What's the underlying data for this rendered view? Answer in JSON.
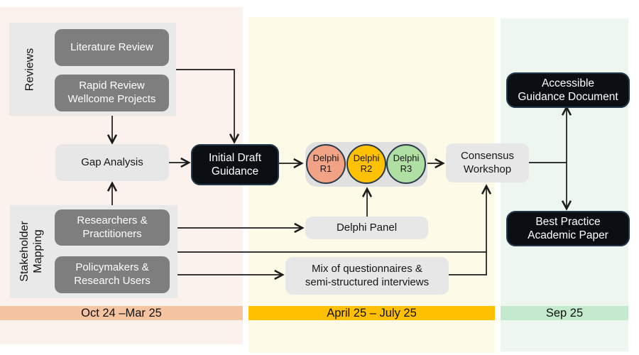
{
  "groups": {
    "reviews": {
      "label": "Reviews"
    },
    "stakeholder": {
      "label": "Stakeholder\nMapping"
    }
  },
  "nodes": {
    "literature_review": {
      "label": "Literature Review",
      "bg": "#7E7E7E"
    },
    "rapid_review": {
      "label": "Rapid Review\nWellcome Projects",
      "bg": "#7E7E7E"
    },
    "gap_analysis": {
      "label": "Gap Analysis",
      "bg": "#E8E7E7"
    },
    "researchers": {
      "label": "Researchers &\nPractitioners",
      "bg": "#7E7E7E"
    },
    "policymakers": {
      "label": "Policymakers &\nResearch Users",
      "bg": "#7E7E7E"
    },
    "initial_draft": {
      "label": "Initial Draft\nGuidance",
      "bg": "#0b0e12"
    },
    "delphi_r1": {
      "label": "Delphi\nR1",
      "bg": "#F2A385"
    },
    "delphi_r2": {
      "label": "Delphi\nR2",
      "bg": "#FFC103"
    },
    "delphi_r3": {
      "label": "Delphi\nR3",
      "bg": "#AFDFA2"
    },
    "delphi_panel": {
      "label": "Delphi Panel",
      "bg": "#E8E7E7"
    },
    "mix_methods": {
      "label": "Mix of questionnaires &\nsemi-structured interviews",
      "bg": "#E8E7E7"
    },
    "consensus_workshop": {
      "label": "Consensus\nWorkshop",
      "bg": "#E8E7E7"
    },
    "accessible_guidance": {
      "label": "Accessible\nGuidance Document",
      "bg": "#0b0e12"
    },
    "best_practice": {
      "label": "Best Practice\nAcademic Paper",
      "bg": "#0b0e12"
    }
  },
  "timeline": [
    {
      "label": "Oct 24 –Mar 25",
      "bar_color": "#F5C5A2",
      "band_color": "#FBF2EE"
    },
    {
      "label": "April 25 – July 25",
      "bar_color": "#FFC001",
      "band_color": "#FDFBE8"
    },
    {
      "label": "Sep 25",
      "bar_color": "#C3EACC",
      "band_color": "#EDF7EF"
    }
  ]
}
